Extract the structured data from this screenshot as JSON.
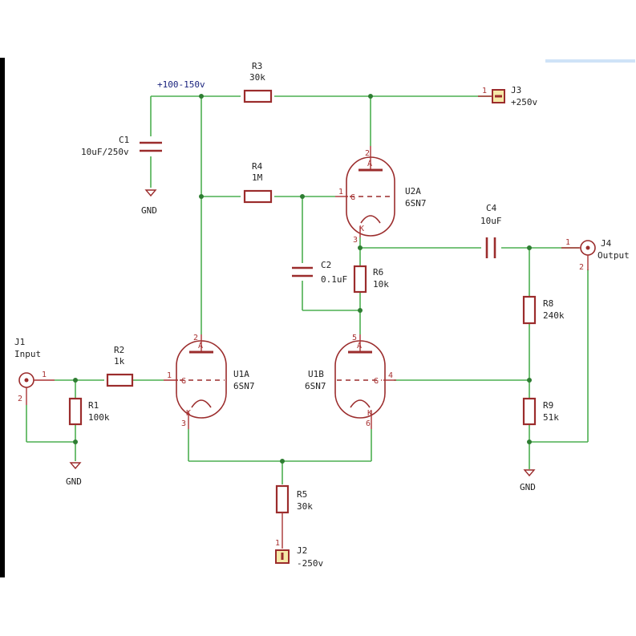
{
  "net_label": "+100-150v",
  "components": {
    "J1": {
      "ref": "J1",
      "value": "Input",
      "pin1": "1",
      "pin2": "2"
    },
    "J2": {
      "ref": "J2",
      "value": "-250v",
      "pin1": "1"
    },
    "J3": {
      "ref": "J3",
      "value": "+250v",
      "pin1": "1"
    },
    "J4": {
      "ref": "J4",
      "value": "Output",
      "pin1": "1",
      "pin2": "2"
    },
    "R1": {
      "ref": "R1",
      "value": "100k"
    },
    "R2": {
      "ref": "R2",
      "value": "1k"
    },
    "R3": {
      "ref": "R3",
      "value": "30k"
    },
    "R4": {
      "ref": "R4",
      "value": "1M"
    },
    "R5": {
      "ref": "R5",
      "value": "30k"
    },
    "R6": {
      "ref": "R6",
      "value": "10k"
    },
    "R8": {
      "ref": "R8",
      "value": "240k"
    },
    "R9": {
      "ref": "R9",
      "value": "51k"
    },
    "C1": {
      "ref": "C1",
      "value": "10uF/250v"
    },
    "C2": {
      "ref": "C2",
      "value": "0.1uF"
    },
    "C4": {
      "ref": "C4",
      "value": "10uF"
    },
    "U1A": {
      "ref": "U1A",
      "value": "6SN7",
      "grid_pin": "1",
      "anode_pin": "2",
      "cathode_pin": "3",
      "grid_letter": "G",
      "anode_letter": "A",
      "cathode_letter": "K"
    },
    "U1B": {
      "ref": "U1B",
      "value": "6SN7",
      "grid_pin": "4",
      "anode_pin": "5",
      "cathode_pin": "6",
      "grid_letter": "G",
      "anode_letter": "A",
      "cathode_letter": "K"
    },
    "U2A": {
      "ref": "U2A",
      "value": "6SN7",
      "grid_pin": "1",
      "anode_pin": "2",
      "cathode_pin": "3",
      "grid_letter": "G",
      "anode_letter": "A",
      "cathode_letter": "K"
    }
  },
  "gnd_label": "GND"
}
